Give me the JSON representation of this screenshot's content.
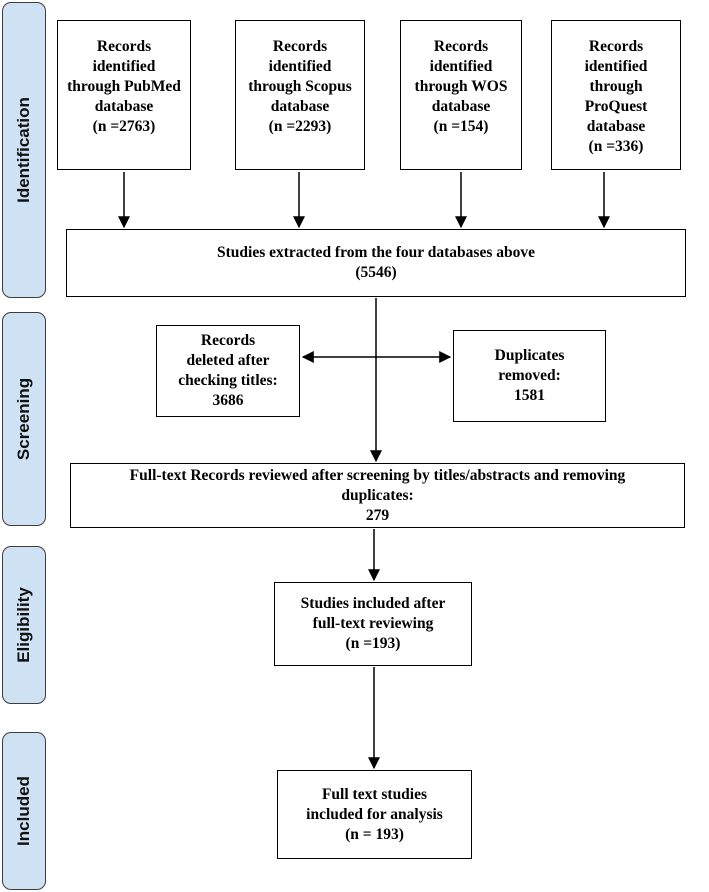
{
  "phases": {
    "identification": "Identification",
    "screening": "Screening",
    "eligibility": "Eligibility",
    "included": "Included"
  },
  "boxes": {
    "pubmed": [
      "Records",
      "identified",
      "through PubMed",
      "database",
      "(n =2763)"
    ],
    "scopus": [
      "Records",
      "identified",
      "through Scopus",
      "database",
      "(n =2293)"
    ],
    "wos": [
      "Records",
      "identified",
      "through WOS",
      "database",
      "(n =154)"
    ],
    "proquest": [
      "Records",
      "identified",
      "through",
      "ProQuest",
      "database",
      "(n =336)"
    ],
    "extracted": [
      "Studies extracted from the four databases above",
      "(5546)"
    ],
    "deleted": [
      "Records",
      "deleted after",
      "checking titles:",
      "3686"
    ],
    "duplicates": [
      "Duplicates",
      "removed:",
      "1581"
    ],
    "fulltext": [
      "Full-text Records reviewed after screening by titles/abstracts and removing",
      "duplicates:",
      "279"
    ],
    "eligible": [
      "Studies included after",
      "full-text reviewing",
      "(n =193)"
    ],
    "final": [
      "Full text studies",
      "included for analysis",
      "(n = 193)"
    ]
  }
}
